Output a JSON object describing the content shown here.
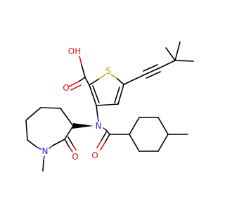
{
  "atoms": {
    "hydroxyl": "OH",
    "thiophene_sulfur": "S",
    "amide_nitrogen": "N",
    "lactam_nitrogen": "N",
    "lactam_oxygen": "O",
    "amide_oxygen": "O",
    "carboxyl_oxygen": "O"
  },
  "colors": {
    "carbon": "#000000",
    "oxygen": "#e0181b",
    "nitrogen": "#2424e0",
    "sulfur": "#b5a20a"
  }
}
